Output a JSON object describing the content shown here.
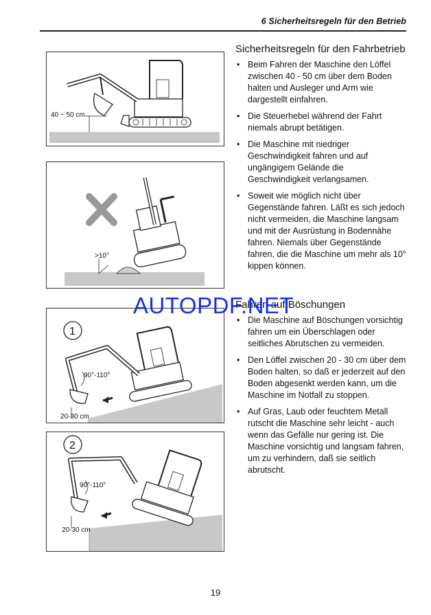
{
  "header": {
    "chapter": "6 Sicherheitsregeln für den Betrieb"
  },
  "figures": [
    {
      "labels": [
        "40 ~ 50 cm"
      ]
    },
    {
      "labels": [
        ">10°"
      ]
    },
    {
      "labels": [
        "1",
        "90°-110°",
        "20-30 cm"
      ]
    },
    {
      "labels": [
        "2",
        "90°-110°",
        "20-30 cm"
      ]
    }
  ],
  "sections": [
    {
      "title": "Sicherheitsregeln für den Fahrbetrieb",
      "items": [
        "Beim Fahren der Maschine den Löffel zwischen 40 - 50 cm über dem Boden halten und Ausleger und Arm wie dargestellt einfahren.",
        "Die Steuerhebel während der Fahrt niemals abrupt betätigen.",
        "Die Maschine mit niedriger Geschwindigkeit fahren und auf ungängigem Gelände die Geschwindigkeit verlangsamen.",
        "Soweit wie möglich nicht über Gegenstände fahren. Läßt es sich jedoch nicht vermeiden, die Maschine langsam und mit der Ausrüstung in Bodennähe fahren. Niemals über Gegenstände fahren, die die Maschine um mehr als 10° kippen können."
      ]
    },
    {
      "title": "Fahren auf Böschungen",
      "items": [
        "Die Maschine auf Böschungen vorsichtig fahren um ein Überschlagen oder seitliches Abrutschen zu vermeiden.",
        "Den Löffel zwischen 20 - 30 cm über dem Boden halten, so daß er jederzeit auf den Boden abgesenkt werden kann, um die Maschine im Notfall zu stoppen.",
        "Auf Gras, Laub oder feuchtem Metall rutscht die Maschine sehr leicht - auch wenn das Gefälle nur gering ist. Die Maschine vorsichtig und langsam fahren, um zu verhindern, daß sie seitlich abrutscht."
      ]
    }
  ],
  "watermark": "AUTOPDF.NET",
  "page_number": "19",
  "colors": {
    "watermark": "#1a2fe0",
    "ground": "#c8c8c8"
  }
}
